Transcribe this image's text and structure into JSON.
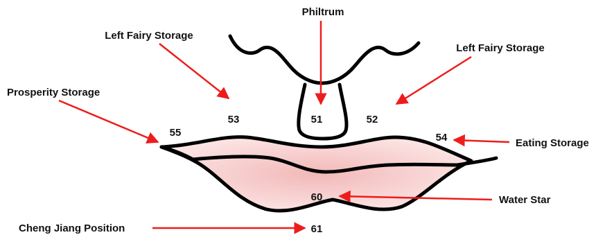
{
  "colors": {
    "arrow": "#ee1c1c",
    "outline": "#000000",
    "lip_fill_light": "#ffffff",
    "lip_fill_dark": "#f2b8b8"
  },
  "labels": {
    "philtrum": "Philtrum",
    "left_fairy_storage_left": "Left Fairy Storage",
    "left_fairy_storage_right": "Left Fairy Storage",
    "prosperity_storage": "Prosperity Storage",
    "eating_storage": "Eating Storage",
    "water_star": "Water Star",
    "cheng_jiang_position": "Cheng Jiang Position"
  },
  "points": {
    "p51": "51",
    "p52": "52",
    "p53": "53",
    "p54": "54",
    "p55": "55",
    "p60": "60",
    "p61": "61"
  }
}
